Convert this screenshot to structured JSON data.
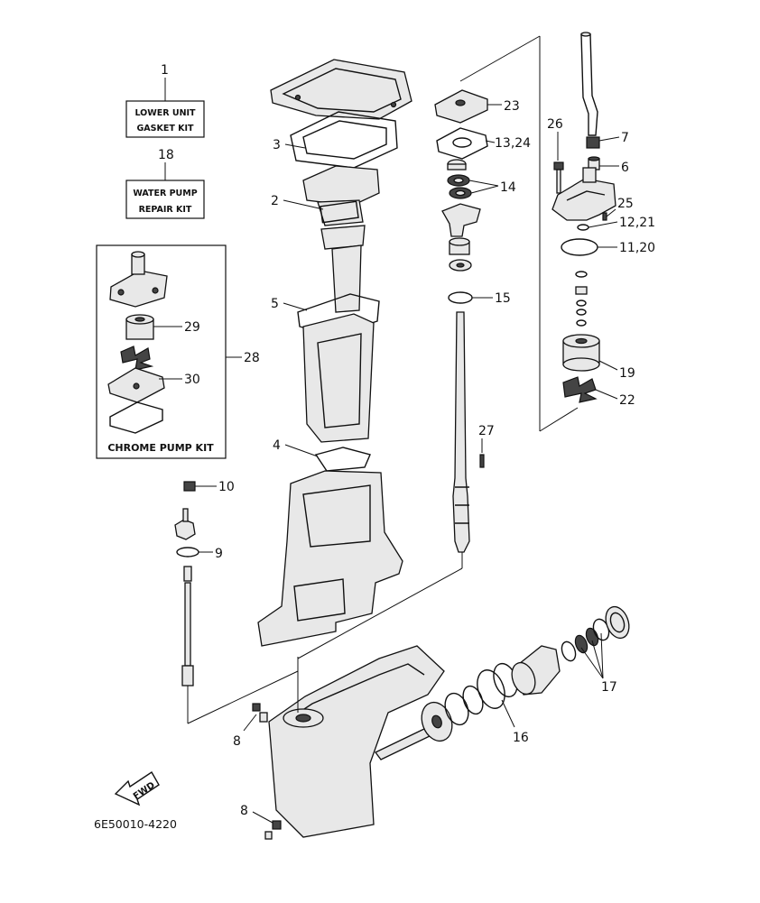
{
  "kits": {
    "gasket": {
      "number": "1",
      "line1": "LOWER UNIT",
      "line2": "GASKET KIT"
    },
    "water_pump": {
      "number": "18",
      "line1": "WATER PUMP",
      "line2": "REPAIR KIT"
    },
    "chrome": {
      "number": "28",
      "label": "CHROME PUMP KIT"
    }
  },
  "callouts": {
    "c2": "2",
    "c3": "3",
    "c4": "4",
    "c5": "5",
    "c6": "6",
    "c7": "7",
    "c8a": "8",
    "c8b": "8",
    "c9": "9",
    "c10": "10",
    "c11_20": "11,20",
    "c12_21": "12,21",
    "c13_24": "13,24",
    "c14": "14",
    "c15": "15",
    "c16": "16",
    "c17": "17",
    "c19": "19",
    "c22": "22",
    "c23": "23",
    "c25": "25",
    "c26": "26",
    "c27": "27",
    "c29": "29",
    "c30": "30"
  },
  "fwd_label": "FWD",
  "drawing_code": "6E50010-4220"
}
